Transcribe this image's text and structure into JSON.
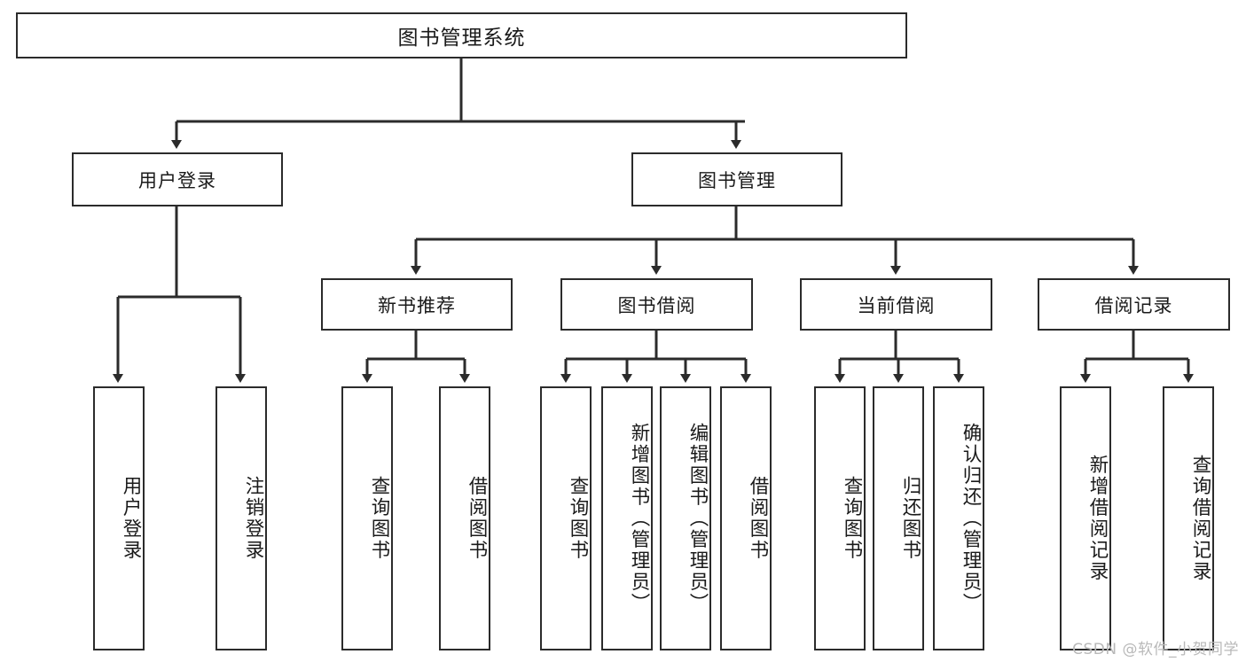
{
  "diagram": {
    "title": "图书管理系统",
    "type": "tree-hierarchy",
    "root": {
      "id": "root",
      "label": "图书管理系统"
    },
    "level2": [
      {
        "id": "user-login",
        "label": "用户登录"
      },
      {
        "id": "book-manage",
        "label": "图书管理"
      }
    ],
    "level3": [
      {
        "id": "new-book-rec",
        "label": "新书推荐",
        "parent": "book-manage"
      },
      {
        "id": "book-borrow",
        "label": "图书借阅",
        "parent": "book-manage"
      },
      {
        "id": "current-borrow",
        "label": "当前借阅",
        "parent": "book-manage"
      },
      {
        "id": "borrow-record",
        "label": "借阅记录",
        "parent": "book-manage"
      }
    ],
    "leaves": [
      {
        "id": "leaf-user-login",
        "label": "用户登录",
        "parent": "user-login"
      },
      {
        "id": "leaf-user-logout",
        "label": "注销登录",
        "parent": "user-login"
      },
      {
        "id": "leaf-query-book-1",
        "label": "查询图书",
        "parent": "new-book-rec"
      },
      {
        "id": "leaf-borrow-book-1",
        "label": "借阅图书",
        "parent": "new-book-rec"
      },
      {
        "id": "leaf-query-book-2",
        "label": "查询图书",
        "parent": "book-borrow"
      },
      {
        "id": "leaf-add-book",
        "label": "新增图书（管理员）",
        "parent": "book-borrow"
      },
      {
        "id": "leaf-edit-book",
        "label": "编辑图书（管理员）",
        "parent": "book-borrow"
      },
      {
        "id": "leaf-borrow-book-2",
        "label": "借阅图书",
        "parent": "book-borrow"
      },
      {
        "id": "leaf-query-book-3",
        "label": "查询图书",
        "parent": "current-borrow"
      },
      {
        "id": "leaf-return-book",
        "label": "归还图书",
        "parent": "current-borrow"
      },
      {
        "id": "leaf-confirm-return",
        "label": "确认归还（管理员）",
        "parent": "current-borrow"
      },
      {
        "id": "leaf-add-record",
        "label": "新增借阅记录",
        "parent": "borrow-record"
      },
      {
        "id": "leaf-query-record",
        "label": "查询借阅记录",
        "parent": "borrow-record"
      }
    ],
    "colors": {
      "background": "#ffffff",
      "box_border": "#2b2b2b",
      "box_fill": "#ffffff",
      "edge": "#2b2b2b",
      "text": "#1a1a1a",
      "watermark": "#b9b9b9"
    }
  },
  "watermark": {
    "text": "CSDN @软件_小贺同学"
  }
}
